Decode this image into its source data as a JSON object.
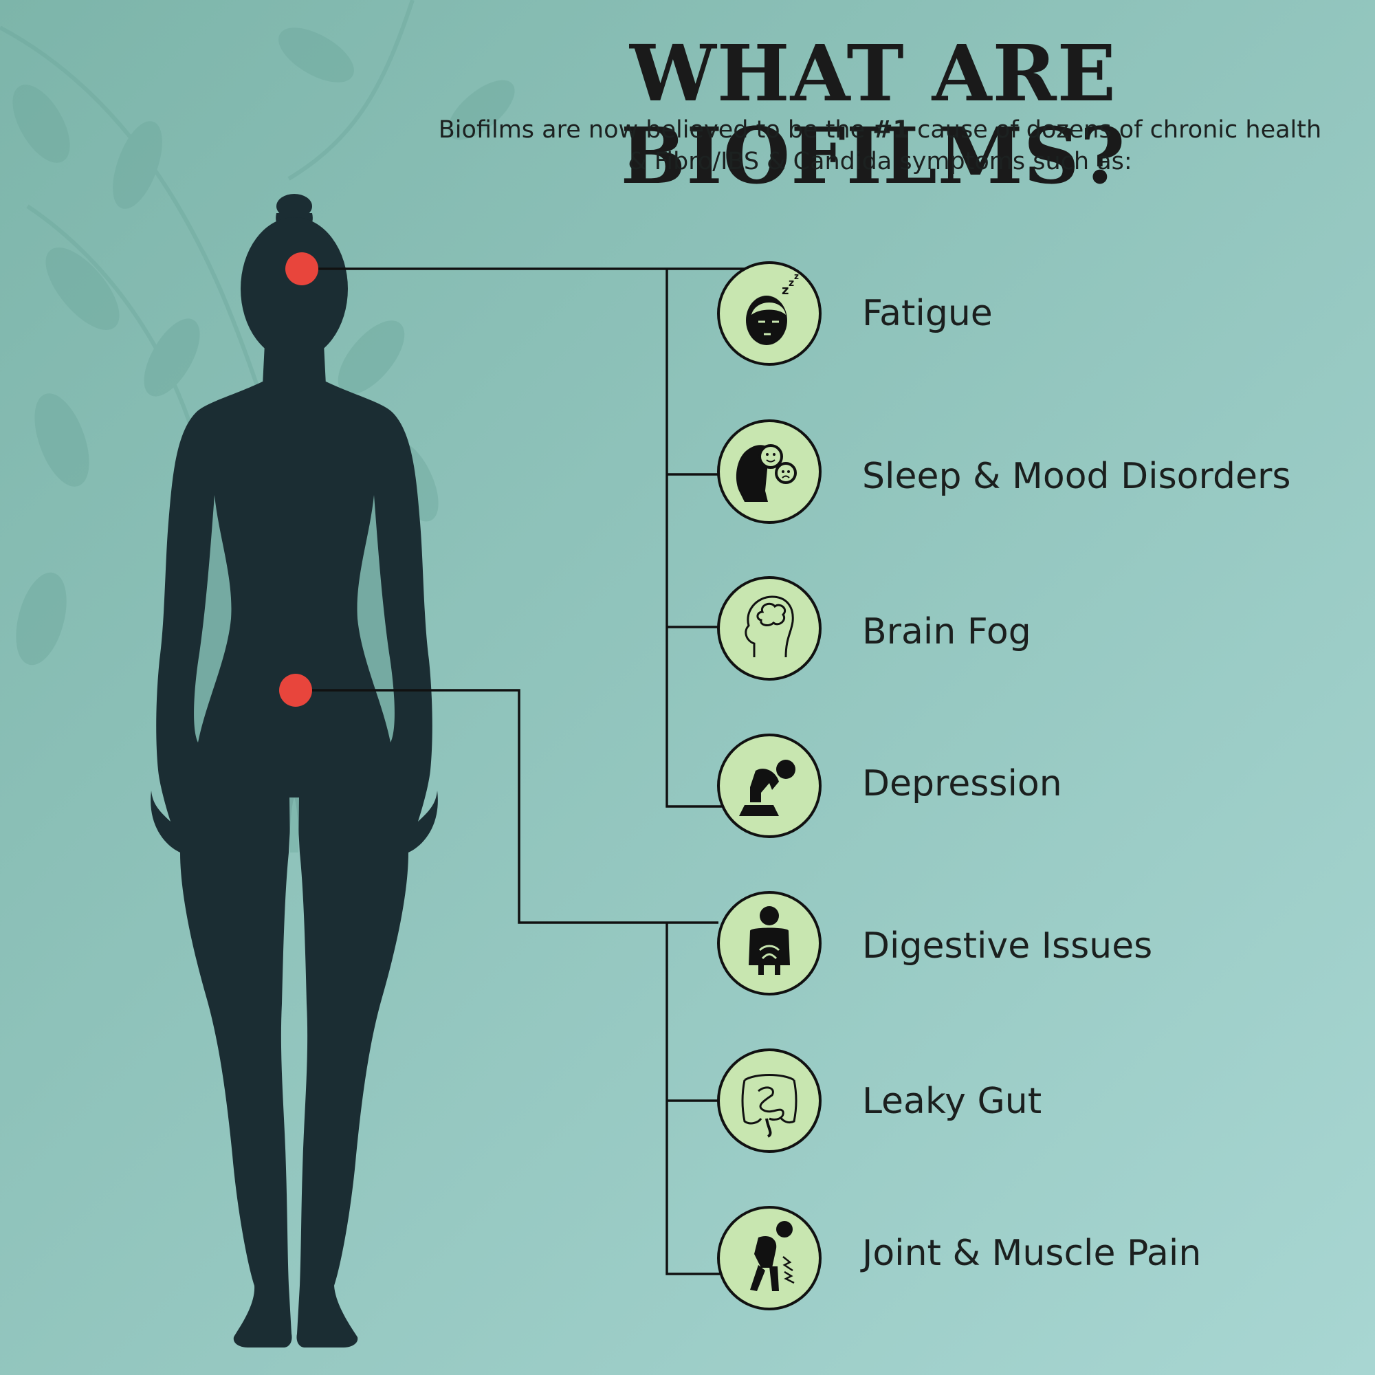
{
  "header": {
    "title": "WHAT ARE BIOFILMS?",
    "subtitle_line1_before": "Biofilms are now believed to be the ",
    "subtitle_line1_bold": "#1",
    "subtitle_line1_after": " cause of dozens of chronic health",
    "subtitle_line2": "& Fibro/IBS & Candida symptoms such as:"
  },
  "symptoms": [
    {
      "label": "Fatigue",
      "icon": "sleepy-face-icon"
    },
    {
      "label": "Sleep & Mood Disorders",
      "icon": "mood-swings-head-icon"
    },
    {
      "label": "Brain Fog",
      "icon": "brain-head-icon"
    },
    {
      "label": "Depression",
      "icon": "depressed-person-icon"
    },
    {
      "label": "Digestive Issues",
      "icon": "stomach-ache-icon"
    },
    {
      "label": "Leaky Gut",
      "icon": "intestines-icon"
    },
    {
      "label": "Joint & Muscle Pain",
      "icon": "back-pain-icon"
    }
  ],
  "colors": {
    "background_top": "#7fb7ad",
    "background_bottom": "#a7d4d0",
    "silhouette": "#1b2d33",
    "marker": "#e8453c",
    "icon_circle": "#c8e6b0",
    "line": "#111111"
  }
}
